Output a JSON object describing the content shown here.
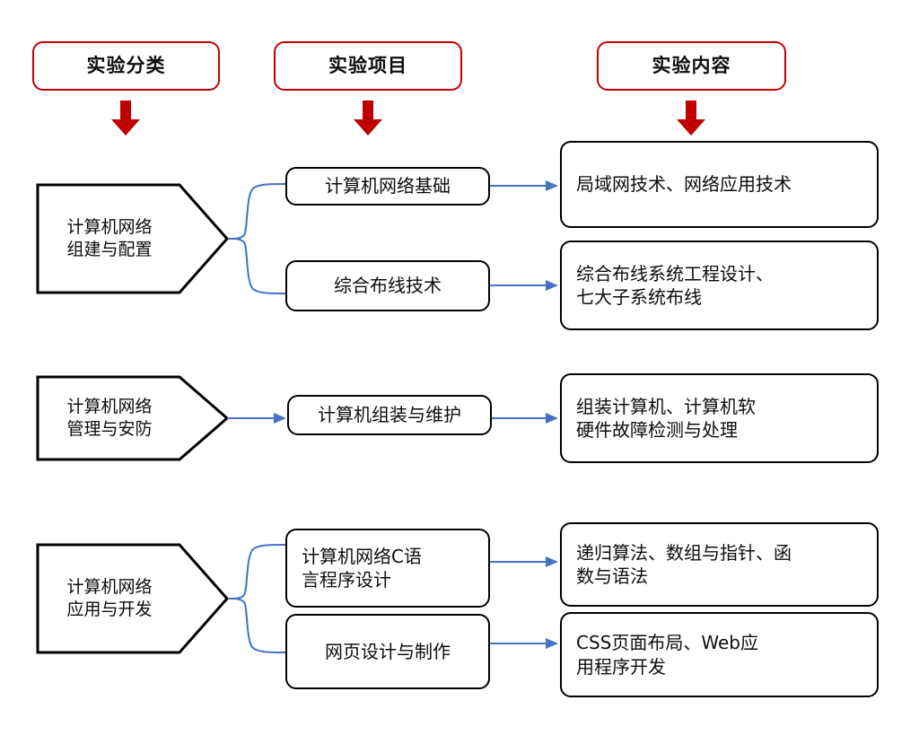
{
  "diagram": {
    "title_columns": [
      {
        "label": "实验分类",
        "name": "experiment-category"
      },
      {
        "label": "实验项目",
        "name": "experiment-project"
      },
      {
        "label": "实验内容",
        "name": "experiment-content"
      }
    ],
    "colors": {
      "header_border": "#C00000",
      "header_arrow": "#C00000",
      "box_border": "#000000",
      "connector": "#4472C4",
      "text": "#0D0D0D",
      "background": "#FFFFFF"
    },
    "groups": [
      {
        "category_lines": [
          "计算机网络",
          "组建与配置"
        ],
        "projects": [
          {
            "project_lines": [
              "计算机网络基础"
            ],
            "content_lines": [
              "局域网技术、网络应用技术"
            ]
          },
          {
            "project_lines": [
              "综合布线技术"
            ],
            "content_lines": [
              "综合布线系统工程设计、",
              "七大子系统布线"
            ]
          }
        ]
      },
      {
        "category_lines": [
          "计算机网络",
          "管理与安防"
        ],
        "projects": [
          {
            "project_lines": [
              "计算机组装与维护"
            ],
            "content_lines": [
              "组装计算机、计算机软",
              "硬件故障检测与处理"
            ]
          }
        ]
      },
      {
        "category_lines": [
          "计算机网络",
          "应用与开发"
        ],
        "projects": [
          {
            "project_lines": [
              "计算机网络C语",
              "言程序设计"
            ],
            "content_lines": [
              "递归算法、数组与指针、函",
              "数与语法"
            ]
          },
          {
            "project_lines": [
              "网页设计与制作"
            ],
            "content_lines": [
              "CSS页面布局、Web应",
              "用程序开发"
            ]
          }
        ]
      }
    ]
  }
}
